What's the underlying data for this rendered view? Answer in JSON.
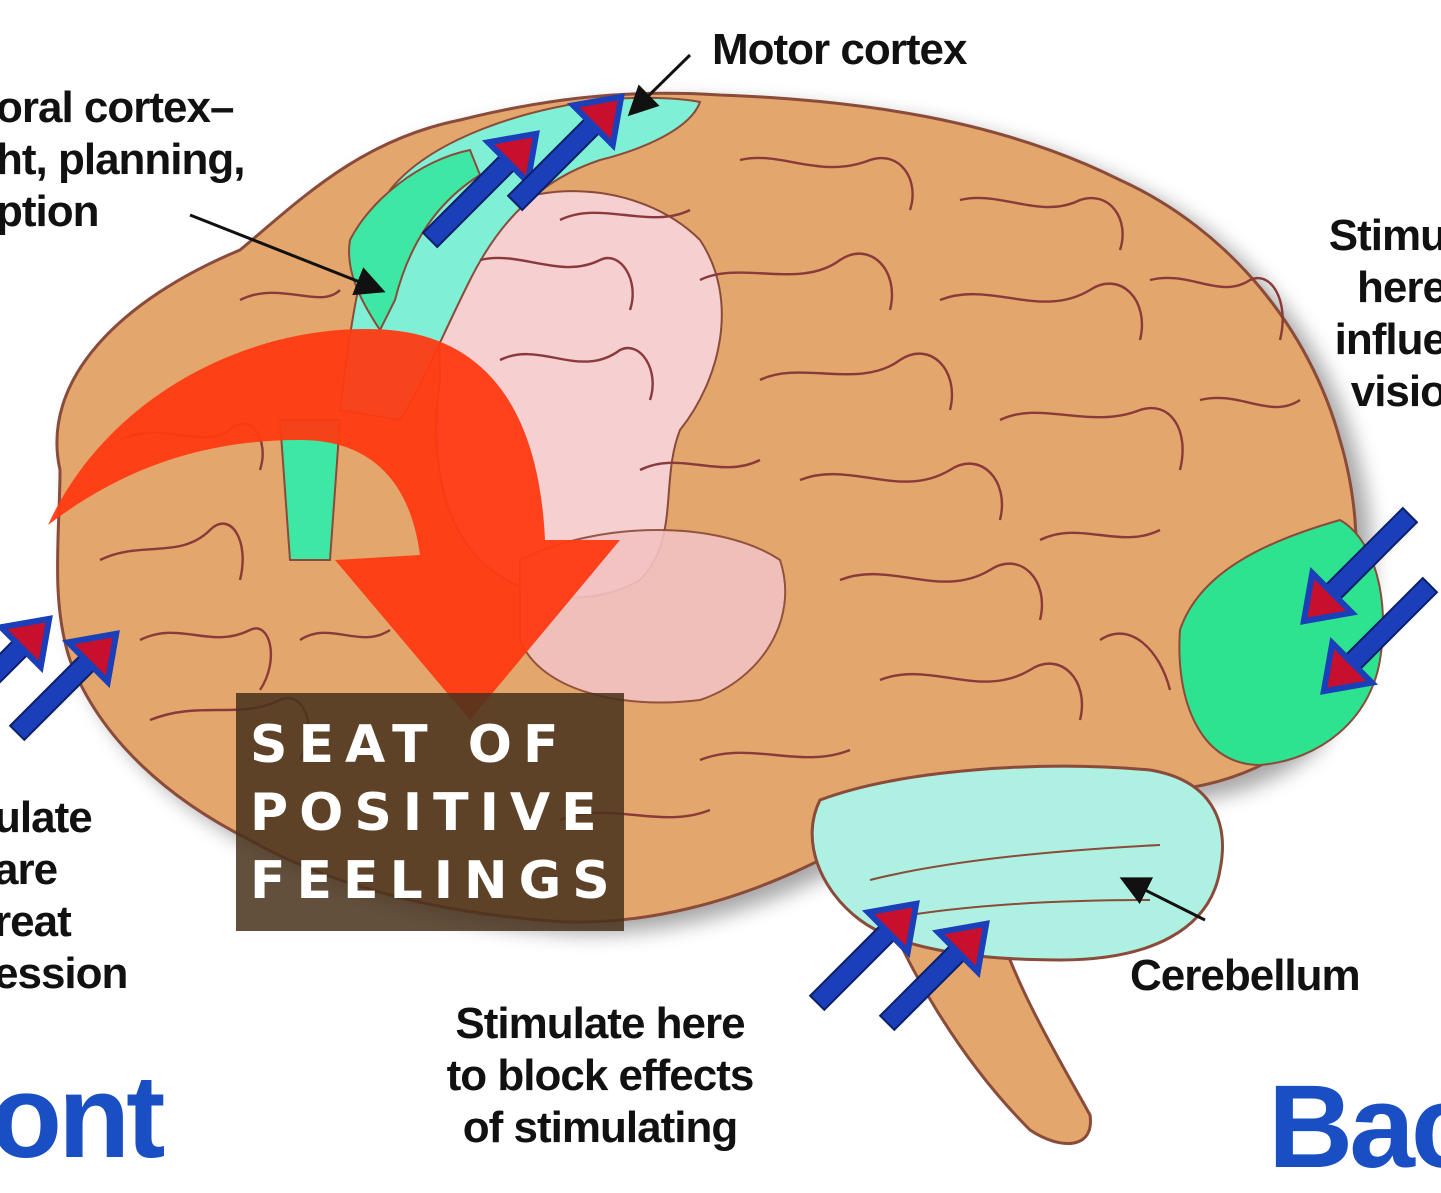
{
  "labels": {
    "motor_cortex": "Motor cortex",
    "prefrontal": [
      "oral cortex–",
      "ht, planning,",
      "ption"
    ],
    "occipital": [
      "Stimu",
      "here",
      "influe",
      "visio"
    ],
    "frontal_bottom": [
      "ulate",
      "are",
      "reat",
      "ession"
    ],
    "cerebellum": "Cerebellum",
    "brainstem_note": [
      "Stimulate here",
      "to block effects",
      "of stimulating"
    ]
  },
  "headings": {
    "front": "ont",
    "back": "Bac"
  },
  "caption": {
    "lines": [
      "SEAT OF",
      "POSITIVE",
      "FEELINGS"
    ]
  },
  "colors": {
    "brain": "#e3a66c",
    "cortex_band": "#3ee8a4",
    "cerebellum": "#aef0e2",
    "limbic": "#f6cfd0",
    "stim_arrow": "#1a3fb8",
    "arrow_tip": "#c8102e",
    "highlight_arrow": "#ff3a12",
    "heading": "#1a4fc4",
    "caption_bg": "#48321c"
  }
}
